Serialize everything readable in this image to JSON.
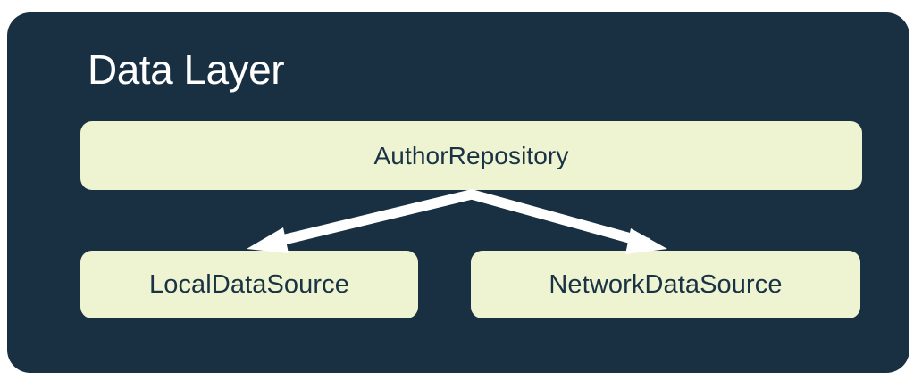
{
  "diagram": {
    "type": "architecture-hierarchy",
    "title": "Data Layer",
    "colors": {
      "panel_background": "#183042",
      "node_background": "#EEF3D2",
      "node_text": "#1A3344",
      "title_text": "#FFFFFF",
      "arrow": "#FFFFFF",
      "page_background": "#FFFFFF"
    },
    "nodes": [
      {
        "id": "author-repository",
        "label": "AuthorRepository",
        "level": 1
      },
      {
        "id": "local-data-source",
        "label": "LocalDataSource",
        "level": 2
      },
      {
        "id": "network-data-source",
        "label": "NetworkDataSource",
        "level": 2
      }
    ],
    "edges": [
      {
        "from": "author-repository",
        "to": "local-data-source",
        "style": "solid-arrow"
      },
      {
        "from": "author-repository",
        "to": "network-data-source",
        "style": "solid-arrow"
      }
    ]
  }
}
